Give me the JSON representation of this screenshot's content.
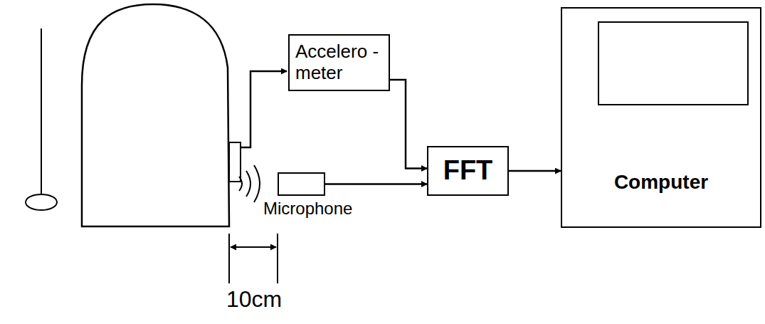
{
  "diagram": {
    "nodes": [
      {
        "text": [
          "Accelero -meter"
        ]
      },
      {
        "text": [
          "Microphone"
        ]
      },
      {
        "text": [
          "FFT"
        ]
      },
      {
        "text": [
          "Computer"
        ]
      }
    ],
    "edges": [
      {
        "from": 0,
        "to": 2,
        "arrow": "to"
      },
      {
        "from": 1,
        "to": 2,
        "arrow": "to"
      },
      {
        "from": 2,
        "to": 3,
        "arrow": "to"
      }
    ],
    "labels": [
      "10cm"
    ]
  }
}
